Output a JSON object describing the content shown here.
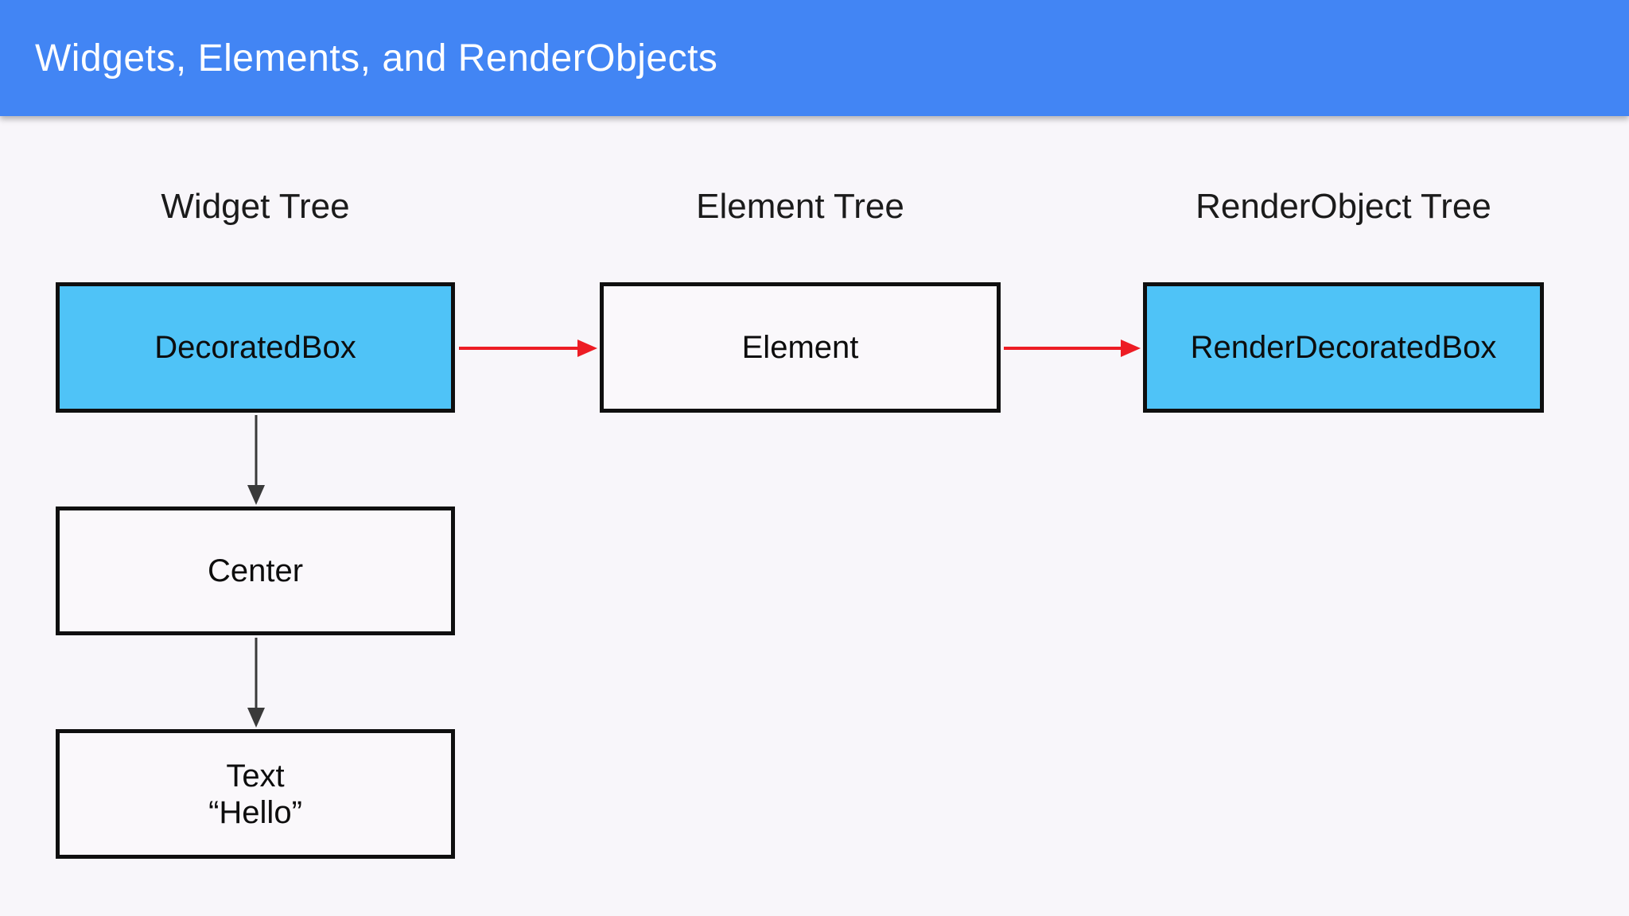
{
  "colors": {
    "header_bg": "#4285F4",
    "header_text": "#FFFFFF",
    "page_bg": "#F8F6FA",
    "box_blue": "#4FC3F7",
    "box_plain": "#FAF8FB",
    "box_border": "#0F0F0F",
    "title_text": "#1B1B1B",
    "arrow_red": "#ED1C24",
    "arrow_dark": "#3A3A3A"
  },
  "header": {
    "title": "Widgets, Elements, and RenderObjects"
  },
  "trees": {
    "widget": {
      "title": "Widget Tree",
      "nodes": [
        {
          "label": "DecoratedBox"
        },
        {
          "label": "Center"
        },
        {
          "lines": [
            "Text",
            "“Hello”"
          ]
        }
      ]
    },
    "element": {
      "title": "Element Tree",
      "nodes": [
        {
          "label": "Element"
        }
      ]
    },
    "render_object": {
      "title": "RenderObject Tree",
      "nodes": [
        {
          "label": "RenderDecoratedBox"
        }
      ]
    }
  },
  "relations": [
    "DecoratedBox -> Element",
    "Element -> RenderDecoratedBox",
    "DecoratedBox -> Center",
    "Center -> Text"
  ]
}
